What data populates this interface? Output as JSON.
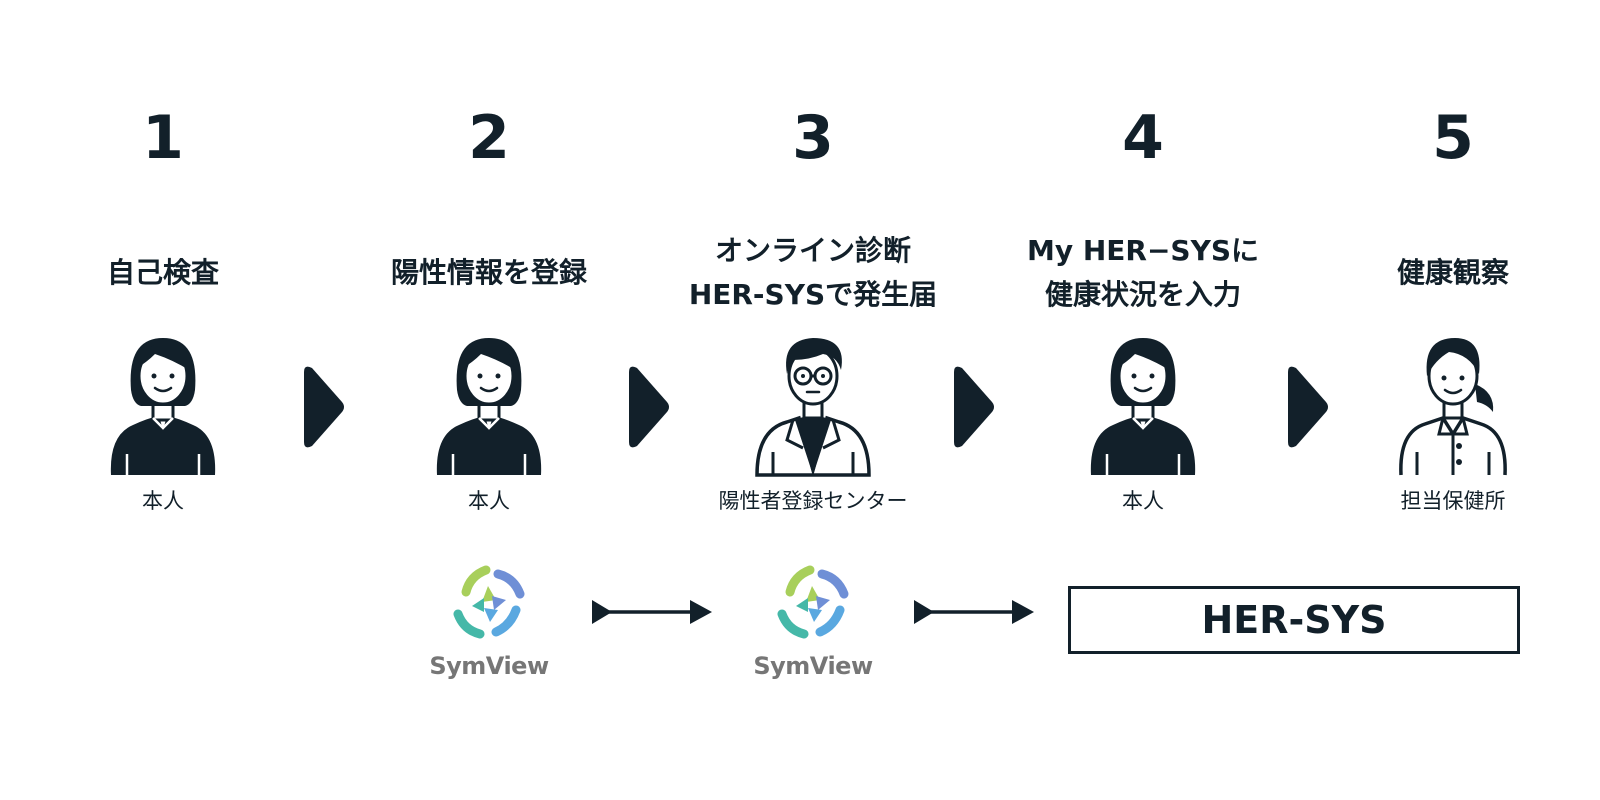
{
  "steps": [
    {
      "number": "1",
      "title_lines": [
        "自己検査"
      ],
      "role": "本人"
    },
    {
      "number": "2",
      "title_lines": [
        "陽性情報を登録"
      ],
      "role": "本人"
    },
    {
      "number": "3",
      "title_lines": [
        "オンライン診断",
        "HER-SYSで発生届"
      ],
      "role": "陽性者登録センター"
    },
    {
      "number": "4",
      "title_lines": [
        "My HER−SYSに",
        "健康状況を入力"
      ],
      "role": "本人"
    },
    {
      "number": "5",
      "title_lines": [
        "健康観察"
      ],
      "role": "担当保健所"
    }
  ],
  "systems": {
    "symview_logo_text": "SymView",
    "hersys_label": "HER-SYS"
  },
  "icons": {
    "person": "person-icon",
    "doctor": "doctor-icon",
    "nurse": "health-worker-icon",
    "chevron": "chevron-right-icon",
    "arrow": "arrow-right-icon",
    "logo": "symview-logo-icon"
  },
  "colors": {
    "ink": "#12202a",
    "logo_text": "#767676",
    "logo_green": "#a8cf5b",
    "logo_teal": "#45b8a8",
    "logo_blue": "#5aa8e0",
    "logo_indigo": "#6f8fd6"
  }
}
